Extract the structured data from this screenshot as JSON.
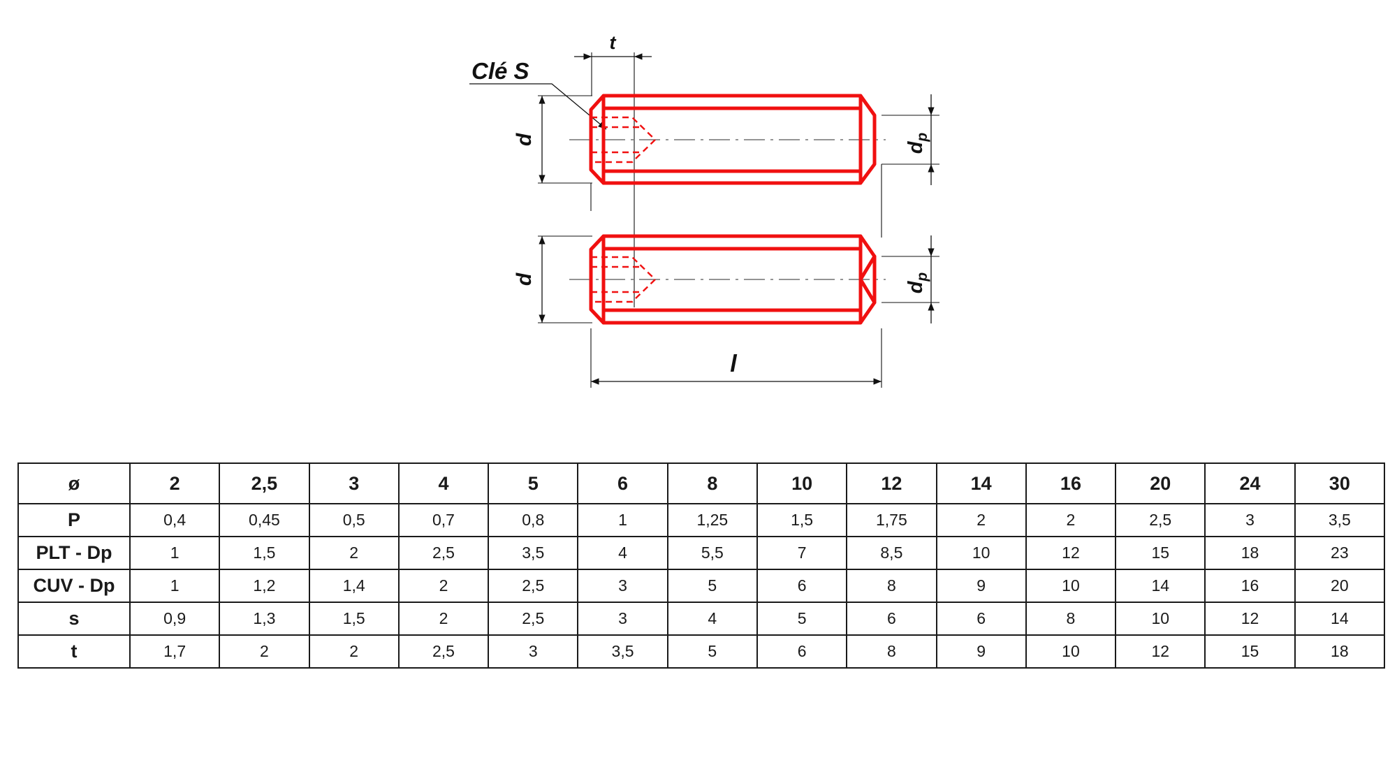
{
  "drawing": {
    "labels": {
      "key": "Clé S",
      "t": "t",
      "d_top": "d",
      "d_bottom": "d",
      "dp_top": "dp",
      "dp_bottom": "dp",
      "l": "l"
    },
    "colors": {
      "part": "#f01010",
      "dimension": "#111111"
    }
  },
  "table": {
    "header": [
      "ø",
      "2",
      "2,5",
      "3",
      "4",
      "5",
      "6",
      "8",
      "10",
      "12",
      "14",
      "16",
      "20",
      "24",
      "30"
    ],
    "rows": [
      {
        "label": "P",
        "values": [
          "0,4",
          "0,45",
          "0,5",
          "0,7",
          "0,8",
          "1",
          "1,25",
          "1,5",
          "1,75",
          "2",
          "2",
          "2,5",
          "3",
          "3,5"
        ]
      },
      {
        "label": "PLT - Dp",
        "values": [
          "1",
          "1,5",
          "2",
          "2,5",
          "3,5",
          "4",
          "5,5",
          "7",
          "8,5",
          "10",
          "12",
          "15",
          "18",
          "23"
        ]
      },
      {
        "label": "CUV - Dp",
        "values": [
          "1",
          "1,2",
          "1,4",
          "2",
          "2,5",
          "3",
          "5",
          "6",
          "8",
          "9",
          "10",
          "14",
          "16",
          "20"
        ]
      },
      {
        "label": "s",
        "values": [
          "0,9",
          "1,3",
          "1,5",
          "2",
          "2,5",
          "3",
          "4",
          "5",
          "6",
          "6",
          "8",
          "10",
          "12",
          "14"
        ]
      },
      {
        "label": "t",
        "values": [
          "1,7",
          "2",
          "2",
          "2,5",
          "3",
          "3,5",
          "5",
          "6",
          "8",
          "9",
          "10",
          "12",
          "15",
          "18"
        ]
      }
    ]
  }
}
